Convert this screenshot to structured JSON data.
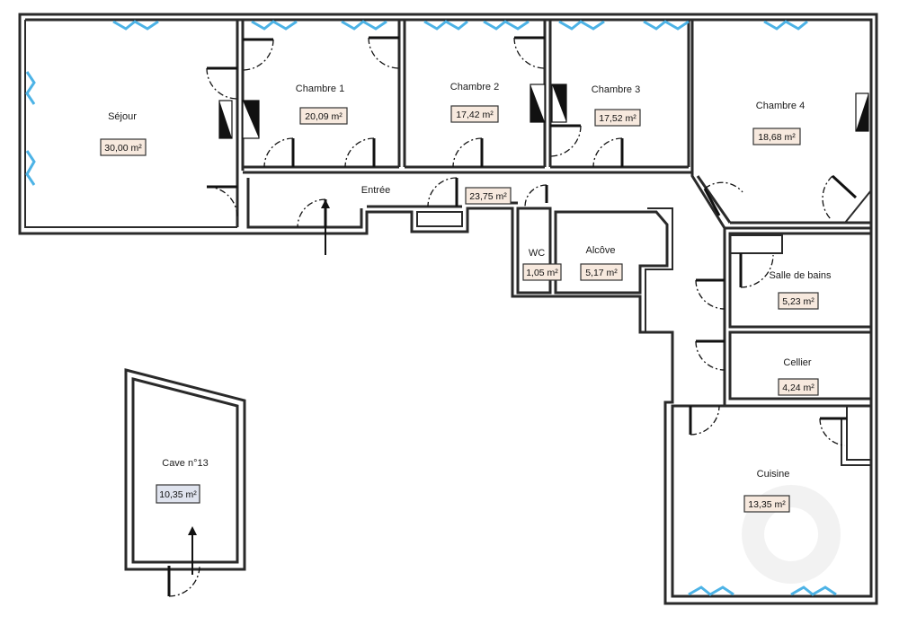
{
  "plan": {
    "rooms": [
      {
        "id": "sejour",
        "name": "Séjour",
        "area": "30,00 m²"
      },
      {
        "id": "chambre1",
        "name": "Chambre 1",
        "area": "20,09 m²"
      },
      {
        "id": "chambre2",
        "name": "Chambre 2",
        "area": "17,42 m²"
      },
      {
        "id": "chambre3",
        "name": "Chambre 3",
        "area": "17,52 m²"
      },
      {
        "id": "chambre4",
        "name": "Chambre 4",
        "area": "18,68 m²"
      },
      {
        "id": "entree",
        "name": "Entrée",
        "area": "23,75 m²"
      },
      {
        "id": "wc",
        "name": "WC",
        "area": "1,05 m²"
      },
      {
        "id": "alcove",
        "name": "Alcôve",
        "area": "5,17 m²"
      },
      {
        "id": "sdb",
        "name": "Salle de bains",
        "area": "5,23 m²"
      },
      {
        "id": "cellier",
        "name": "Cellier",
        "area": "4,24 m²"
      },
      {
        "id": "cuisine",
        "name": "Cuisine",
        "area": "13,35 m²"
      },
      {
        "id": "cave",
        "name": "Cave n°13",
        "area": "10,35 m²"
      }
    ],
    "colors": {
      "wall": "#2a2a2a",
      "window": "#4db3e6",
      "area_fill": "#f7e9de",
      "cave_area_fill": "#dfe3ee"
    }
  }
}
